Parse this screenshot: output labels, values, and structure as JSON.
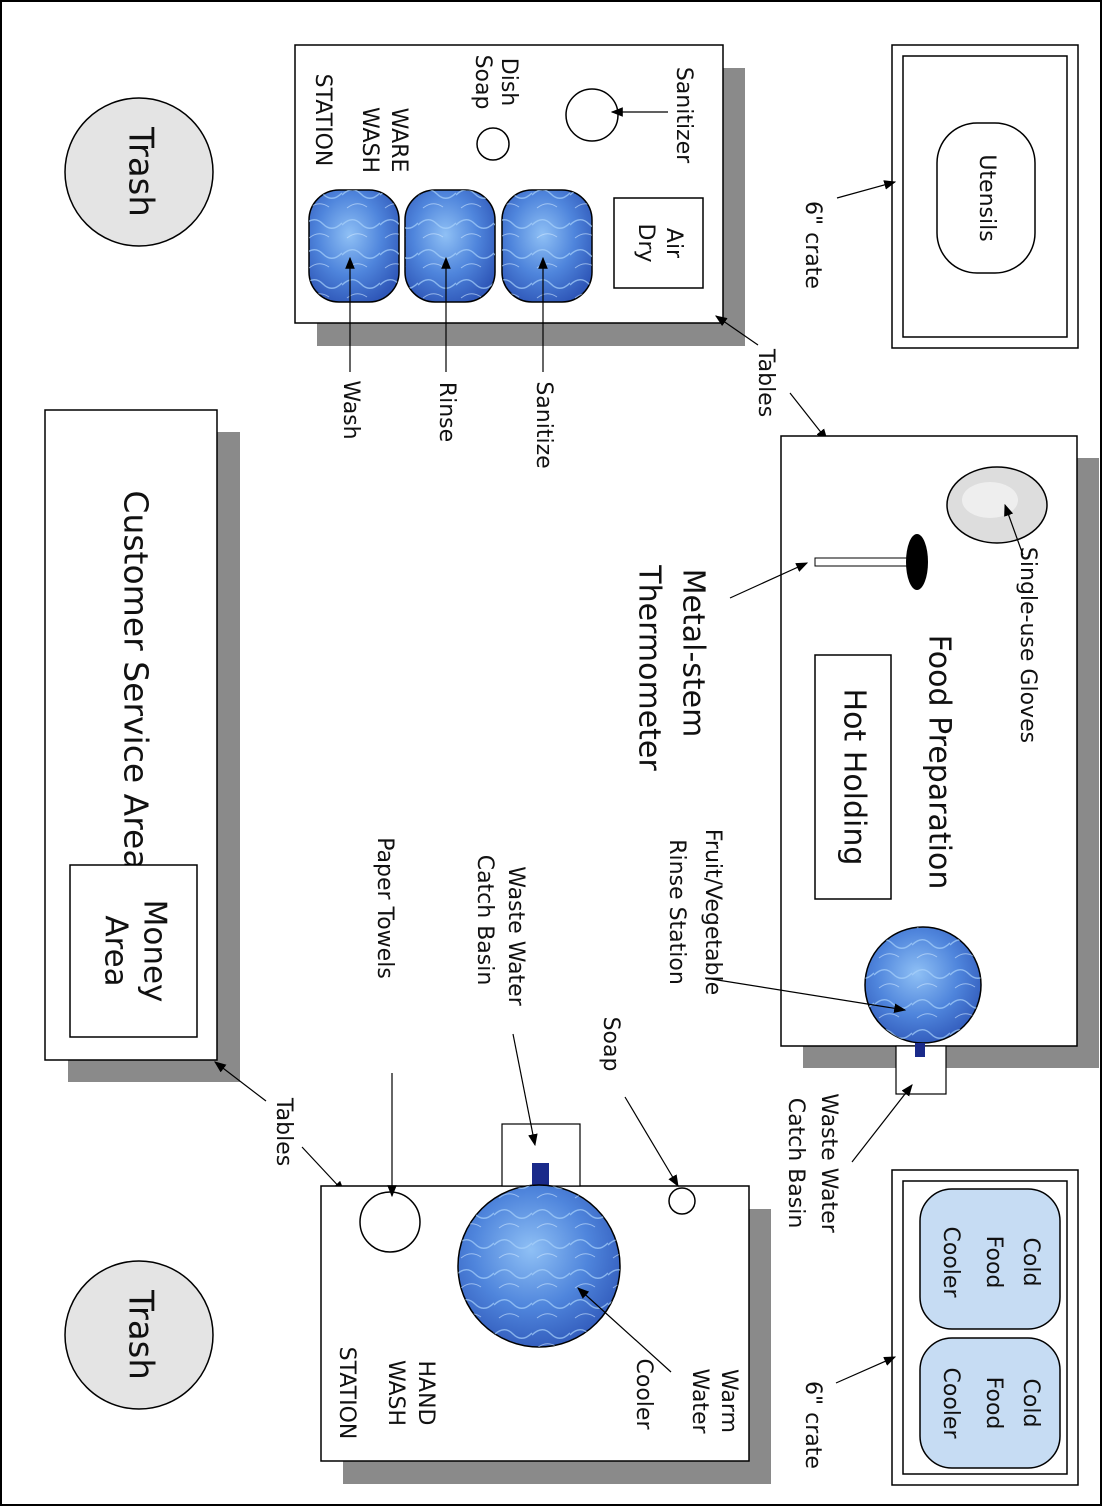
{
  "trash": [
    "Trash",
    "Trash"
  ],
  "customer_service": {
    "title": "Customer Service Area",
    "money": [
      "Money",
      "Area"
    ]
  },
  "tables_label": "Tables",
  "crate_label": "6\" crate",
  "utensils": "Utensils",
  "ware_wash": {
    "title": [
      "WARE",
      "WASH",
      "STATION"
    ],
    "dish_soap": [
      "Dish",
      "Soap"
    ],
    "sanitizer": "Sanitizer",
    "air_dry": [
      "Air",
      "Dry"
    ],
    "basins": [
      "Wash",
      "Rinse",
      "Sanitize"
    ]
  },
  "food_prep": {
    "title": "Food Preparation",
    "hot_holding": "Hot Holding",
    "gloves": "Single-use Gloves",
    "thermometer": [
      "Metal-stem",
      "Thermometer"
    ],
    "rinse_station": [
      "Fruit/Vegetable",
      "Rinse Station"
    ]
  },
  "waste_water": [
    "Waste Water",
    "Catch Basin"
  ],
  "hand_wash": {
    "title": [
      "HAND",
      "WASH",
      "STATION"
    ],
    "soap": "Soap",
    "paper_towels": "Paper Towels",
    "cooler": [
      "Warm",
      "Water",
      "Cooler"
    ]
  },
  "cold_food_cooler": [
    "Cold",
    "Food",
    "Cooler"
  ],
  "colors": {
    "water_dark": "#3a64c8",
    "water_light": "#7fb2ee",
    "cooler_fill": "#c6dcf3",
    "trash_fill": "#e4e4e4",
    "shadow": "#8a8a8a",
    "drain": "#1a2a8a"
  }
}
